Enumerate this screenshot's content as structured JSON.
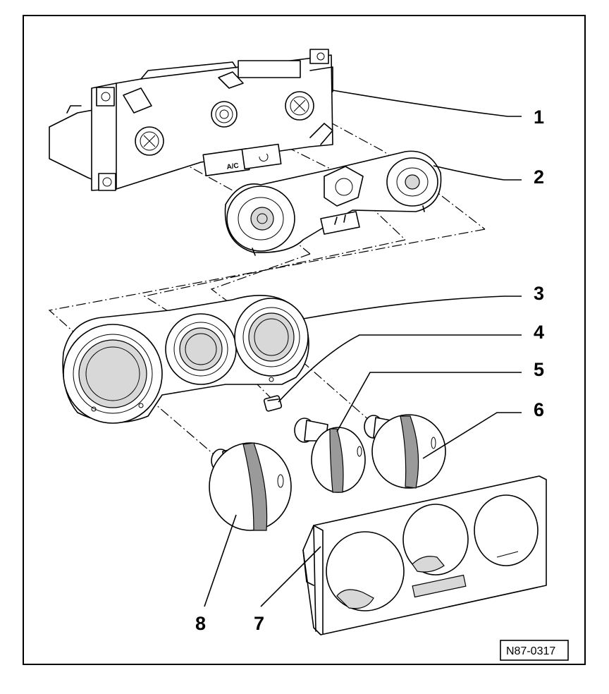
{
  "diagram": {
    "reference_code": "N87-0317",
    "button_label": "A/C",
    "callouts": [
      {
        "number": "1"
      },
      {
        "number": "2"
      },
      {
        "number": "3"
      },
      {
        "number": "4"
      },
      {
        "number": "5"
      },
      {
        "number": "6"
      },
      {
        "number": "7"
      },
      {
        "number": "8"
      }
    ]
  }
}
